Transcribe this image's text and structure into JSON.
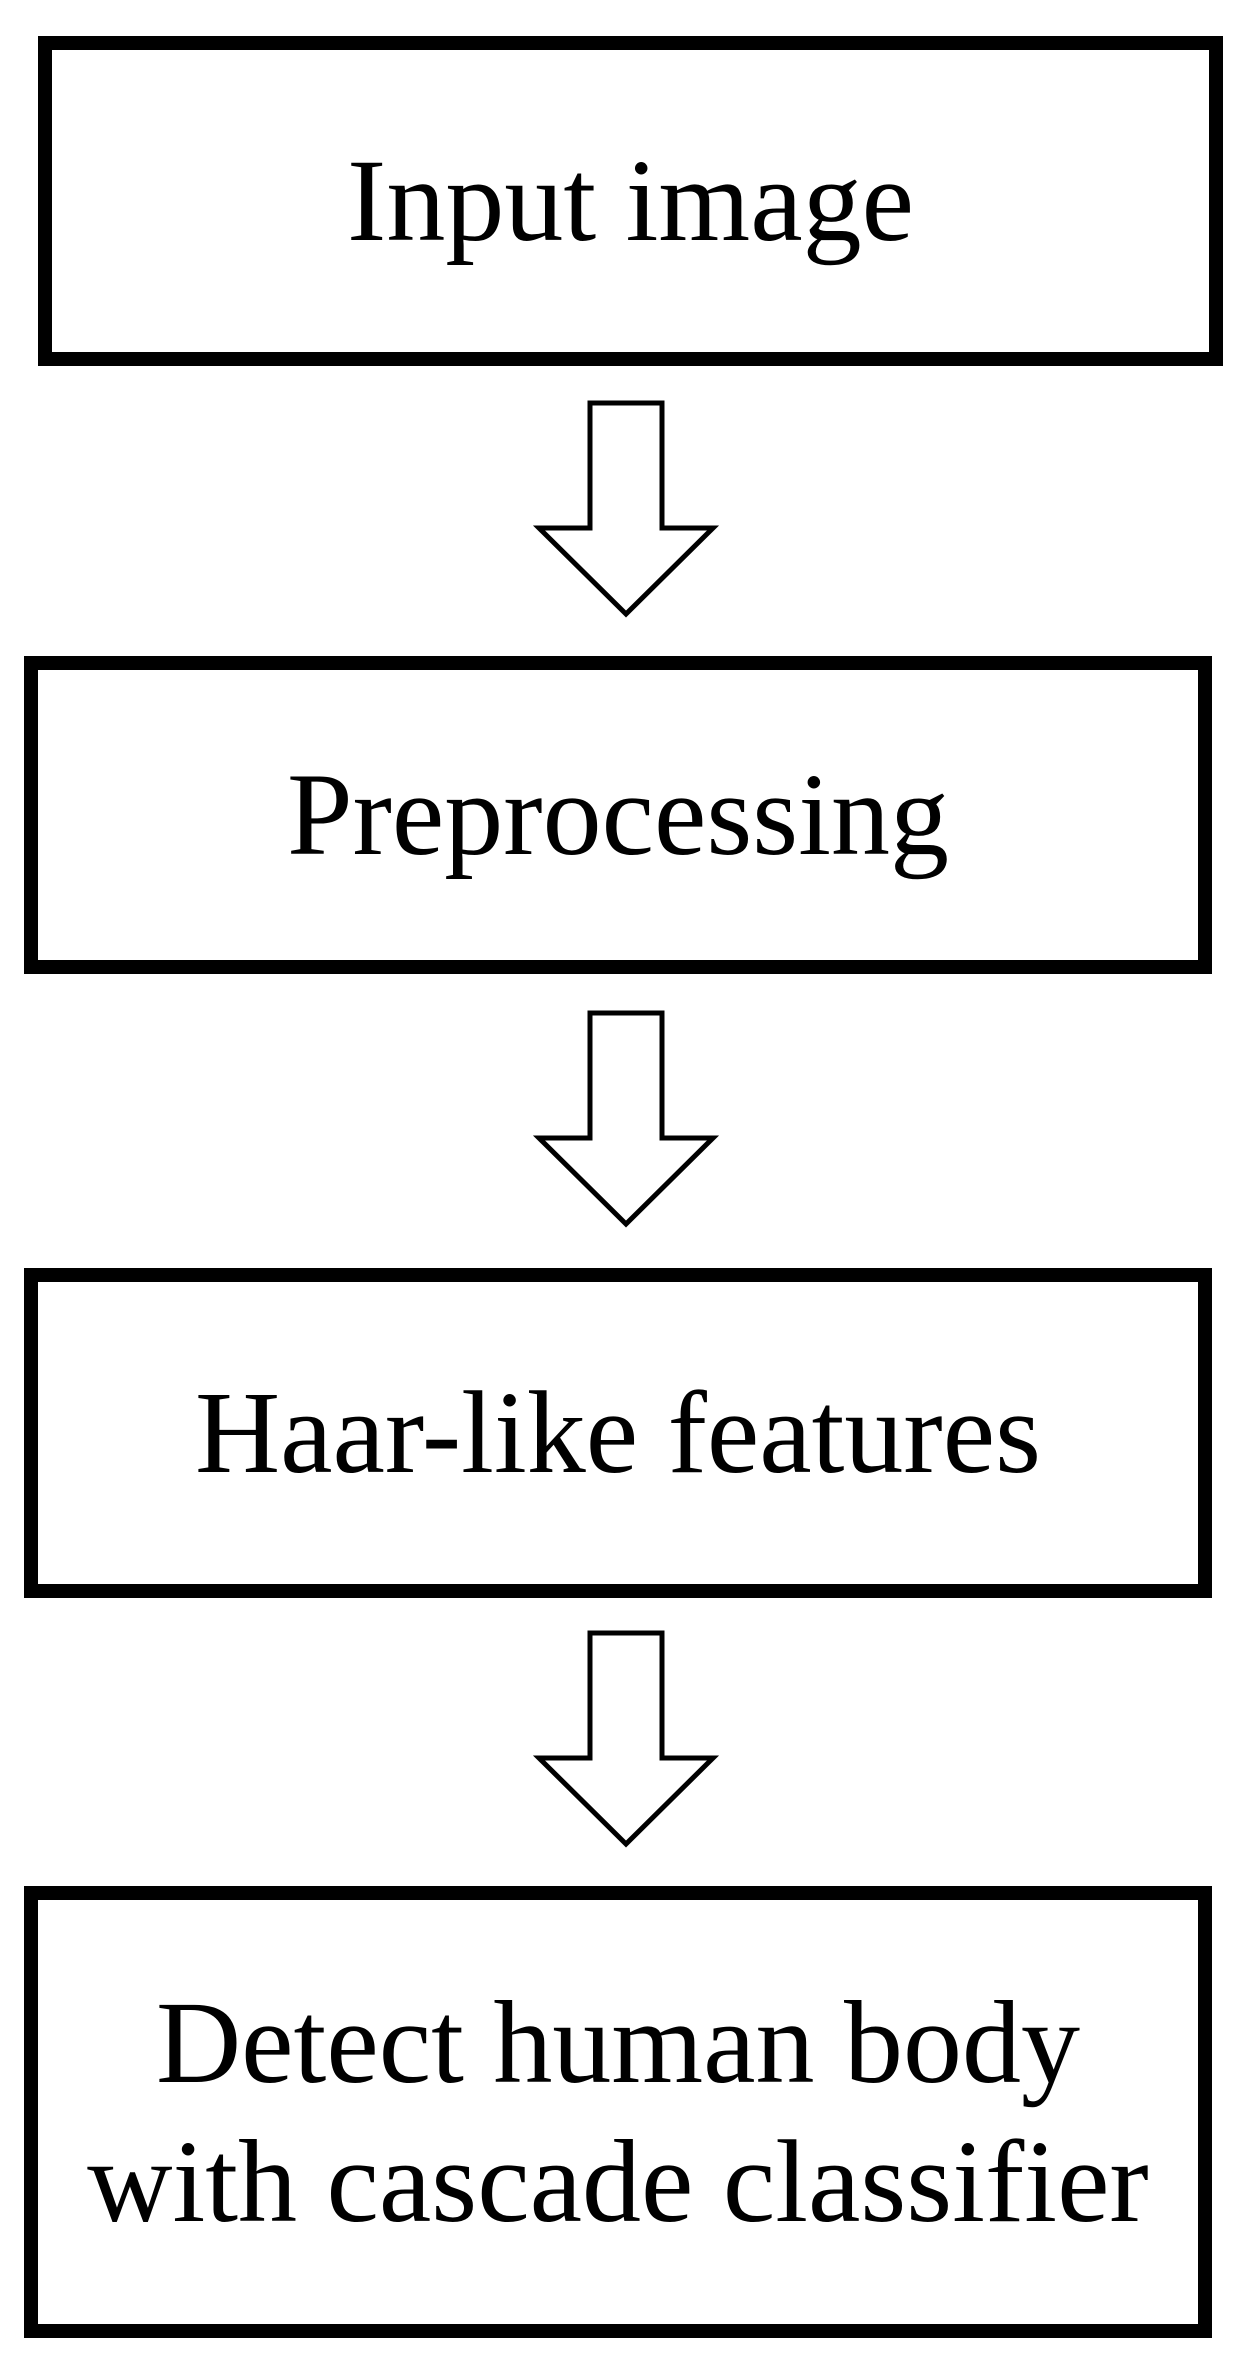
{
  "flowchart": {
    "steps": [
      {
        "label": "Input image"
      },
      {
        "label": "Preprocessing"
      },
      {
        "label": "Haar-like features"
      },
      {
        "label_line1": "Detect human body",
        "label_line2": "with cascade classifier"
      }
    ],
    "colors": {
      "stroke": "#000000",
      "fill": "#ffffff"
    },
    "arrow_icon": "hollow-down-arrow-icon"
  }
}
